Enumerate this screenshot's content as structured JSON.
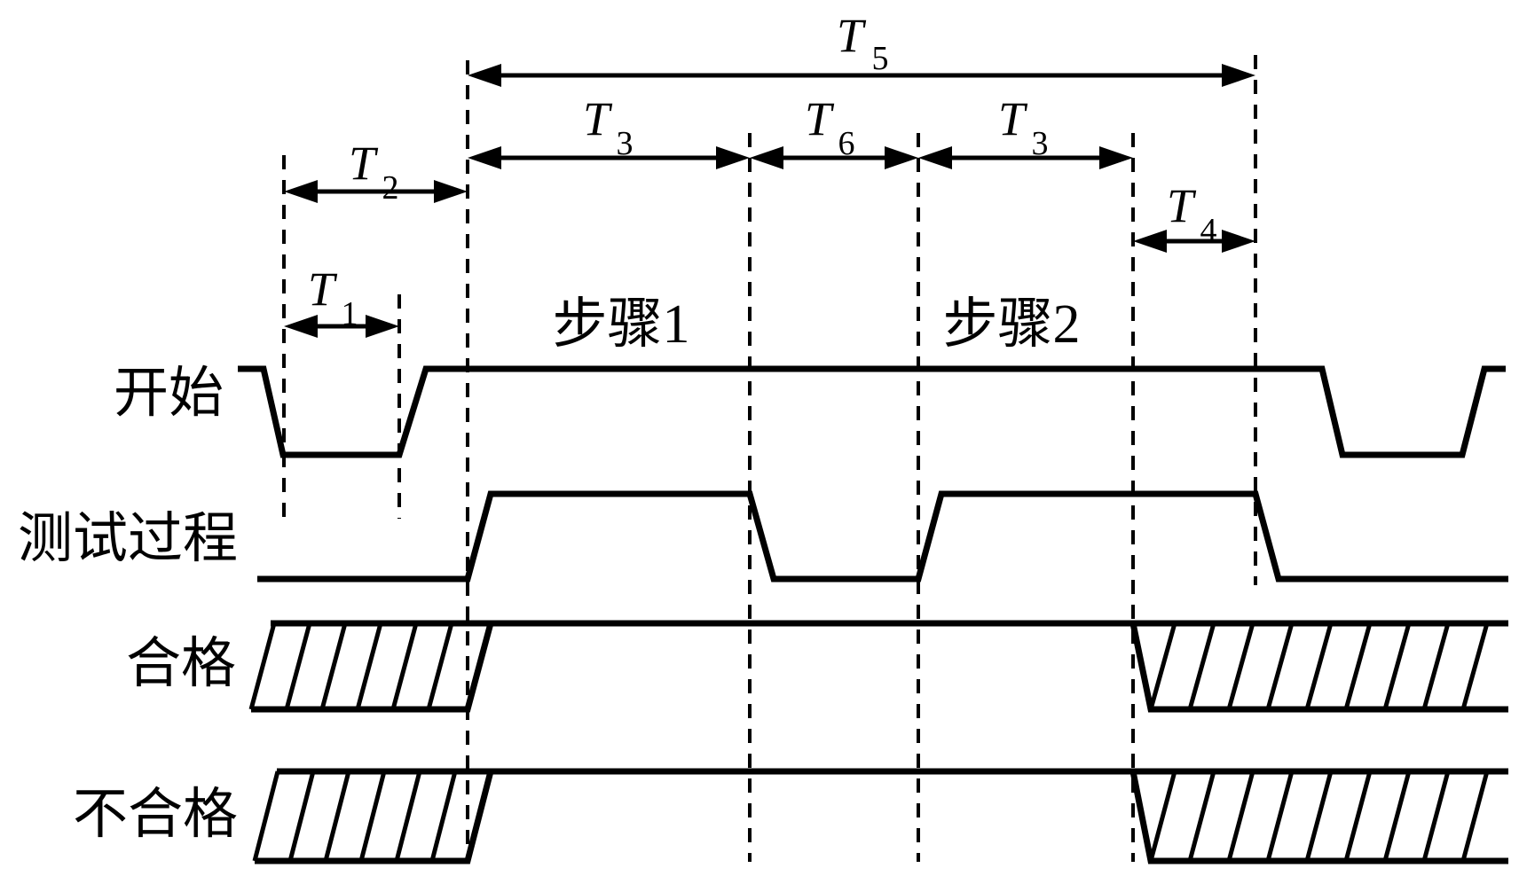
{
  "colors": {
    "background": "#ffffff",
    "ink": "#000000"
  },
  "signals": [
    {
      "label": "开始"
    },
    {
      "label": "测试过程"
    },
    {
      "label": "合格"
    },
    {
      "label": "不合格"
    }
  ],
  "steps": [
    {
      "label": "步骤1"
    },
    {
      "label": "步骤2"
    }
  ],
  "intervals": [
    {
      "name": "T5",
      "main": "T",
      "sub": "5"
    },
    {
      "name": "T3_first",
      "main": "T",
      "sub": "3"
    },
    {
      "name": "T6",
      "main": "T",
      "sub": "6"
    },
    {
      "name": "T3_second",
      "main": "T",
      "sub": "3"
    },
    {
      "name": "T2",
      "main": "T",
      "sub": "2"
    },
    {
      "name": "T4",
      "main": "T",
      "sub": "4"
    },
    {
      "name": "T1",
      "main": "T",
      "sub": "1"
    }
  ]
}
